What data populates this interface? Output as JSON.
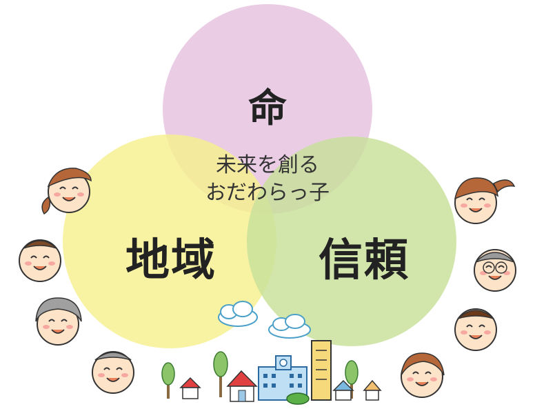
{
  "circles": {
    "top": {
      "label": "命",
      "color": "#e8c8e0"
    },
    "left": {
      "label": "地域",
      "color": "#f5f09a"
    },
    "right": {
      "label": "信頼",
      "color": "#cfe3a0"
    }
  },
  "center_text": {
    "line1": "未来を創る",
    "line2": "おだわらっ子"
  },
  "decorations": {
    "faces": [
      "child-face-icon",
      "child-face-icon",
      "grandma-face-icon",
      "grandpa-face-icon",
      "girl-face-icon",
      "grandpa-glasses-face-icon",
      "child-face-icon",
      "woman-face-icon"
    ],
    "town": [
      "tree-icon",
      "house-icon",
      "school-icon",
      "building-icon",
      "cloud-icon"
    ]
  }
}
